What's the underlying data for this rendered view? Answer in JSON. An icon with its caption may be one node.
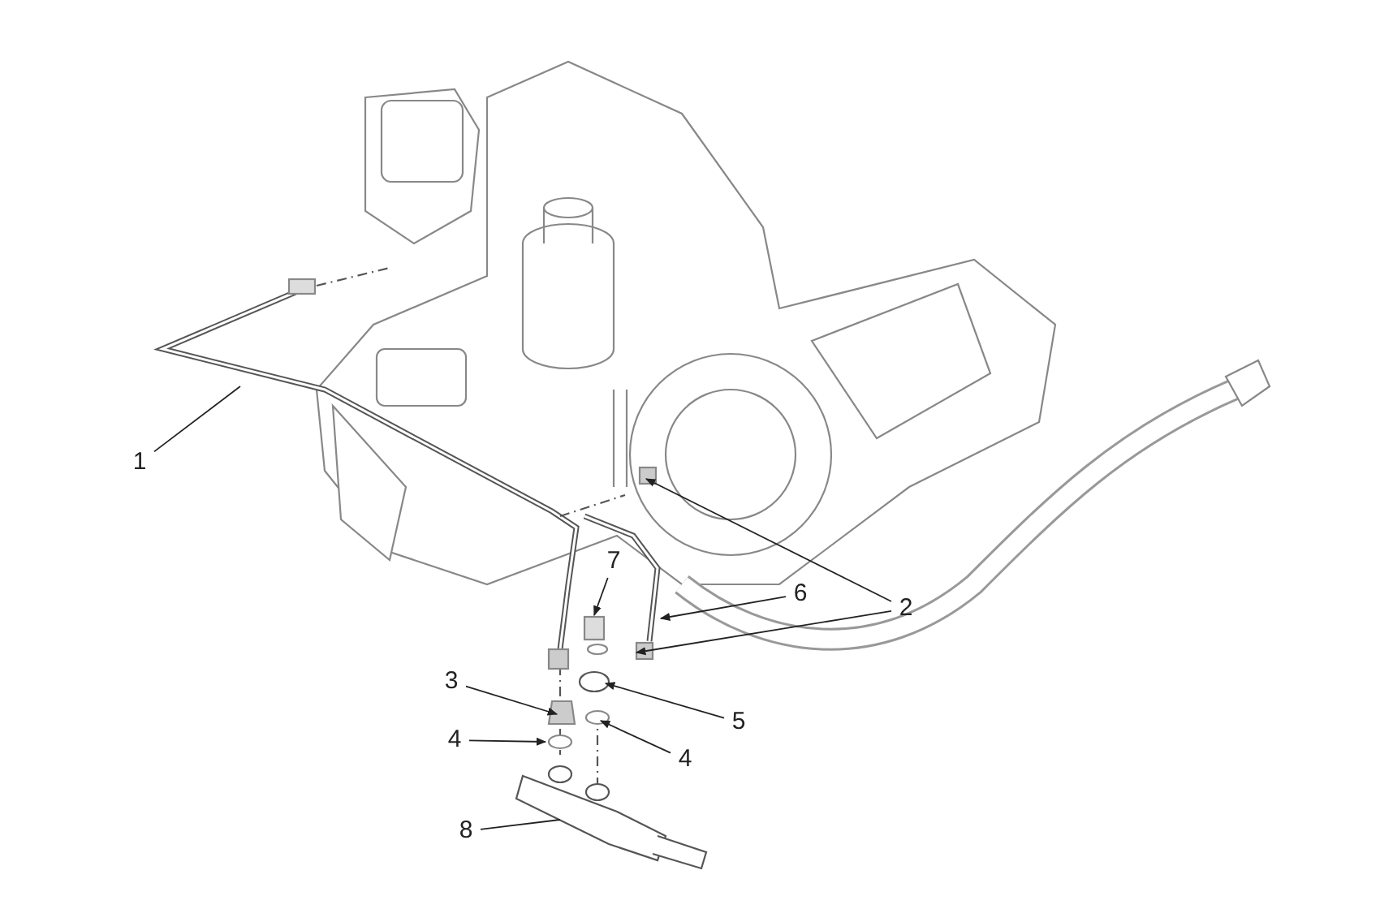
{
  "diagram": {
    "nodes": [
      {
        "text": [
          "1"
        ]
      },
      {
        "text": [
          "2"
        ]
      },
      {
        "text": [
          "3"
        ]
      },
      {
        "text": [
          "4"
        ]
      },
      {
        "text": [
          "4"
        ]
      },
      {
        "text": [
          "5"
        ]
      },
      {
        "text": [
          "6"
        ]
      },
      {
        "text": [
          "7"
        ]
      },
      {
        "text": [
          "8"
        ]
      }
    ],
    "edges": [
      {
        "from": 0,
        "to": null,
        "arrow": "none"
      },
      {
        "from": 1,
        "to": null,
        "arrow": "to"
      },
      {
        "from": 1,
        "to": null,
        "arrow": "to"
      },
      {
        "from": 2,
        "to": null,
        "arrow": "to"
      },
      {
        "from": 3,
        "to": null,
        "arrow": "to"
      },
      {
        "from": 4,
        "to": null,
        "arrow": "to"
      },
      {
        "from": 5,
        "to": null,
        "arrow": "to"
      },
      {
        "from": 6,
        "to": null,
        "arrow": "to"
      },
      {
        "from": 7,
        "to": null,
        "arrow": "to"
      },
      {
        "from": 8,
        "to": null,
        "arrow": "none"
      }
    ]
  }
}
